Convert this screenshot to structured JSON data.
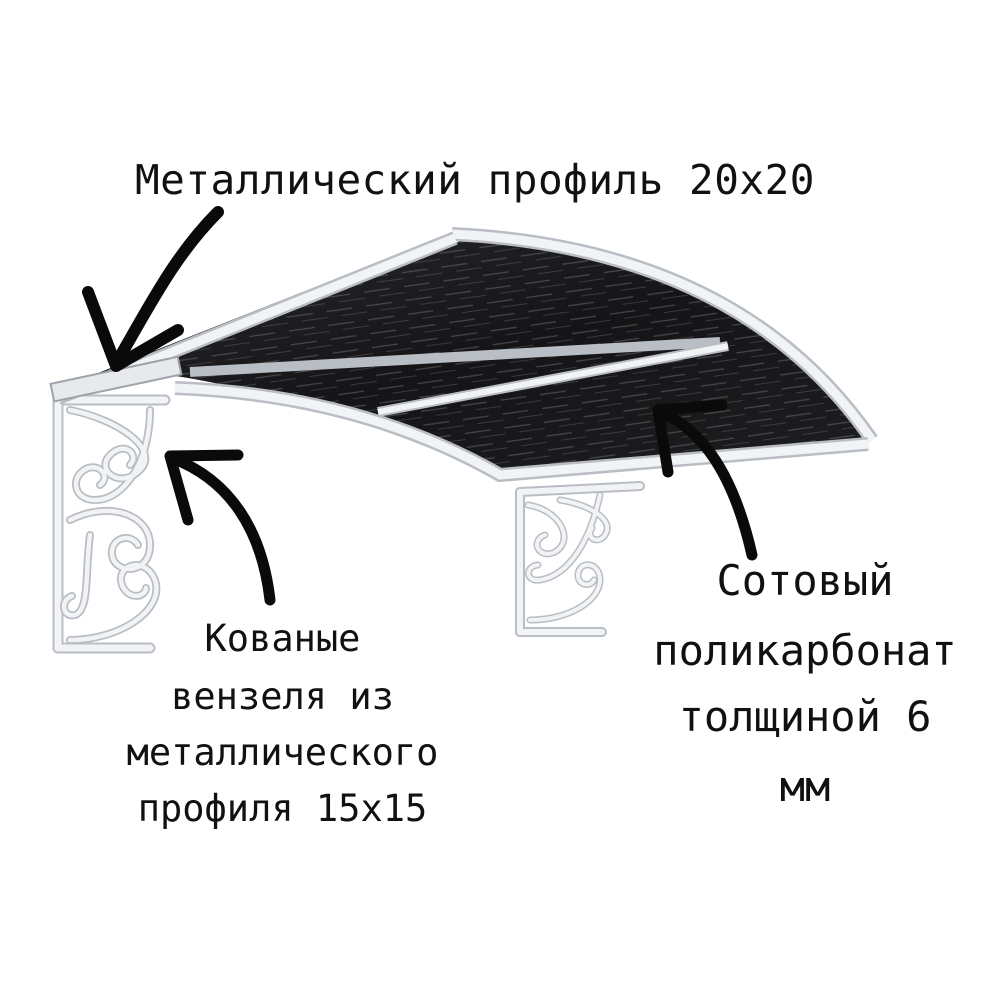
{
  "labels": {
    "frame_profile": "Металлический профиль 20х20",
    "scrolls": {
      "line1": "Кованые",
      "line2": "вензеля из",
      "line3": "металлического",
      "line4": "профиля 15х15"
    },
    "panel": {
      "line1": "Сотовый",
      "line2": "поликарбонат",
      "line3": "толщиной 6",
      "line4": "мм"
    }
  },
  "colors": {
    "background": "#ffffff",
    "frame": "#f2f3f5",
    "frame_shadow": "#b9bdc4",
    "polycarbonate": "#1c1c1e",
    "arrow": "#0a0a0a",
    "text": "#111111"
  },
  "icons": [
    "arrow-to-frame-icon",
    "arrow-to-scrolls-icon",
    "arrow-to-panel-icon"
  ]
}
